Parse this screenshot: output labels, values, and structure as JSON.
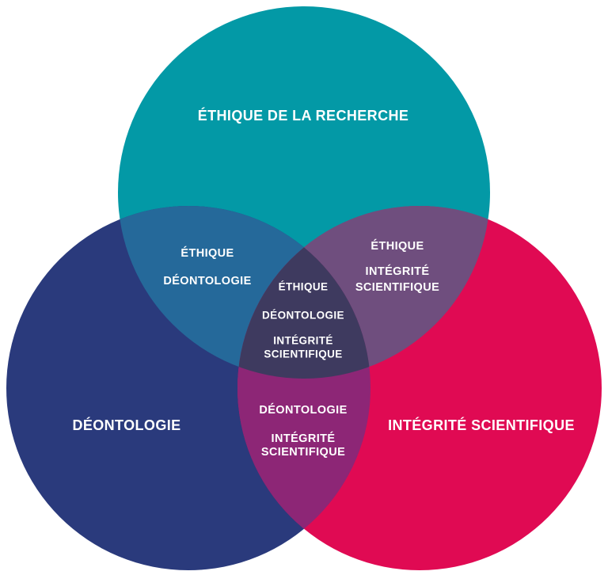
{
  "colors": {
    "background": "#ffffff",
    "ethique_recherche": "#0399A6",
    "deontologie": "#2A3A7C",
    "integrite_scientifique": "#E00A53",
    "overlap_ethique_deontologie": "#25699A",
    "overlap_ethique_integrite": "#6F4E7E",
    "overlap_deontologie_integrite": "#8D2676",
    "overlap_center": "#3E3A5F",
    "label_text": "#FFFFFF"
  },
  "venn": {
    "circles": [
      {
        "id": "ethique-recherche",
        "label": "ÉTHIQUE DE LA RECHERCHE"
      },
      {
        "id": "deontologie",
        "label": "DÉONTOLOGIE"
      },
      {
        "id": "integrite-scientifique",
        "label": "INTÉGRITÉ SCIENTIFIQUE"
      }
    ],
    "overlaps": [
      {
        "id": "ethique-deontologie",
        "lines": [
          "ÉTHIQUE",
          "DÉONTOLOGIE"
        ]
      },
      {
        "id": "ethique-integrite",
        "lines": [
          "ÉTHIQUE",
          "INTÉGRITÉ",
          "SCIENTIFIQUE"
        ]
      },
      {
        "id": "deontologie-integrite",
        "lines": [
          "DÉONTOLOGIE",
          "INTÉGRITÉ",
          "SCIENTIFIQUE"
        ]
      },
      {
        "id": "ethique-deontologie-integrite",
        "lines": [
          "ÉTHIQUE",
          "DÉONTOLOGIE",
          "INTÉGRITÉ",
          "SCIENTIFIQUE"
        ]
      }
    ]
  }
}
